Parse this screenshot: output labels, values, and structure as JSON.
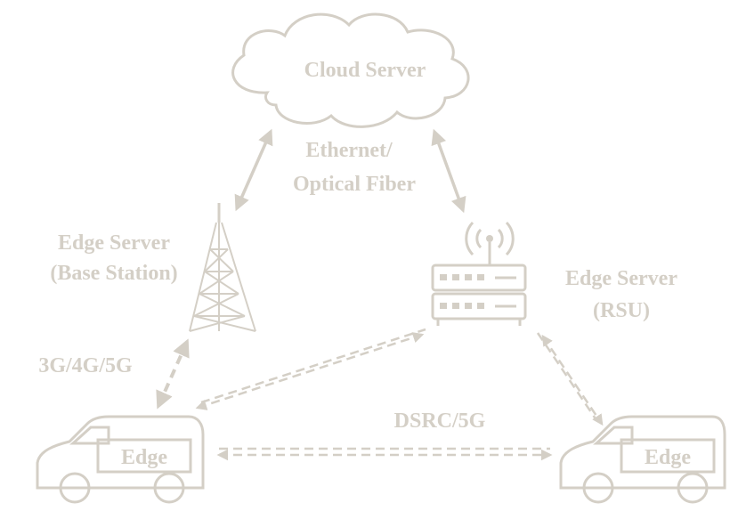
{
  "colors": {
    "ink": "#d4cfc6",
    "background": "#ffffff"
  },
  "nodes": {
    "cloud": {
      "label": "Cloud Server"
    },
    "base_station": {
      "label_line1": "Edge Server",
      "label_line2": "(Base Station)"
    },
    "rsu": {
      "label_line1": "Edge Server",
      "label_line2": "(RSU)"
    },
    "car_left": {
      "label": "Edge"
    },
    "car_right": {
      "label": "Edge"
    }
  },
  "links": {
    "backhaul": {
      "label_line1": "Ethernet/",
      "label_line2": "Optical Fiber"
    },
    "cellular": {
      "label": "3G/4G/5G"
    },
    "v2v": {
      "label": "DSRC/5G"
    }
  },
  "icons": [
    "cloud-icon",
    "tower-icon",
    "router-icon",
    "car-icon"
  ]
}
